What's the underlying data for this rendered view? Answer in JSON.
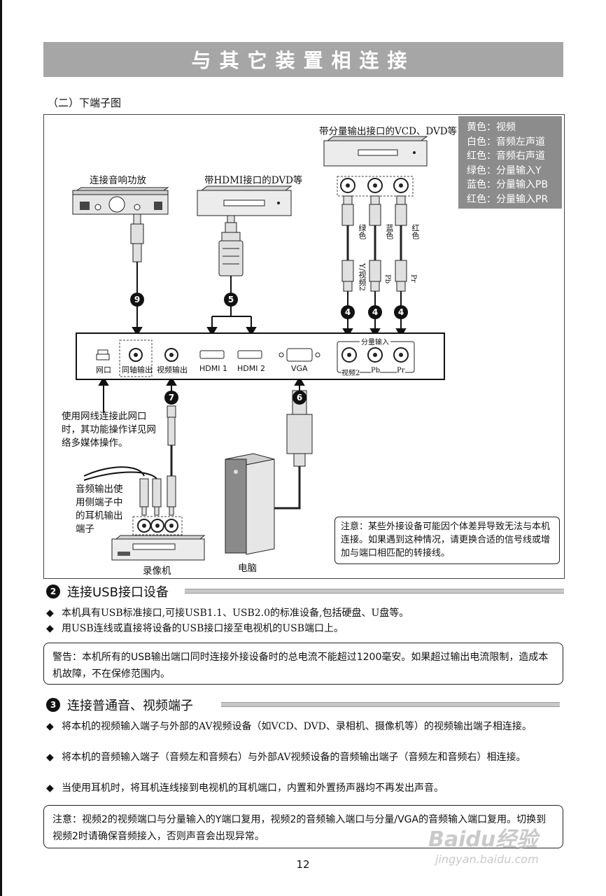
{
  "header": {
    "title": "与其它装置相连接",
    "subtitle": "（二）下端子图"
  },
  "legend": {
    "items": [
      "黄色：视频",
      "白色：音频左声道",
      "红色：音频右声道",
      "绿色：分量输入Y",
      "蓝色：分量输入PB",
      "红色：分量输入PR"
    ]
  },
  "devices": {
    "amp": "连接音响功放",
    "hdmi_dvd": "带HDMI接口的DVD等",
    "component_dvd": "带分量输出接口的VCD、DVD等",
    "vcr": "录像机",
    "pc": "电脑"
  },
  "cable_labels": {
    "green": "绿色",
    "blue": "蓝色",
    "red": "红色",
    "y_video2": "Y/视频2",
    "pb": "Pb",
    "pr": "Pr"
  },
  "cable_numbers": {
    "n9": "9",
    "n5": "5",
    "n4a": "4",
    "n4b": "4",
    "n4c": "4",
    "n7": "7",
    "n6": "6"
  },
  "ports": {
    "lan": "网口",
    "coax": "同轴输出",
    "video_out": "视频输出",
    "hdmi1": "HDMI 1",
    "hdmi2": "HDMI 2",
    "vga": "VGA",
    "component_in": "分量输入",
    "video2": "视频2",
    "pb": "Pb",
    "pr": "Pr"
  },
  "notes": {
    "network": "使用网线连接此网口时，其功能操作详见网络多媒体操作。",
    "audio_out": "音频输出使用侧端子中的耳机输出端子",
    "notice": "注意：某些外接设备可能因个体差异导致无法与本机连接。如果遇到这种情况，请更换合适的信号线或增加与端口相匹配的转接线。"
  },
  "section2": {
    "num": "2",
    "title": "连接USB接口设备",
    "bullets": [
      "本机具有USB标准接口,可接USB1.1、USB2.0的标准设备,包括硬盘、U盘等。",
      "用USB连线或直接将设备的USB接口接至电视机的USB端口上。"
    ],
    "warning": "警告：本机所有的USB输出端口同时连接外接设备时的总电流不能超过1200毫安。如果超过输出电流限制，造成本机故障，不在保修范围内。"
  },
  "section3": {
    "num": "3",
    "title": "连接普通音、视频端子",
    "bullets": [
      "将本机的视频输入端子与外部的AV视频设备（如VCD、DVD、录相机、摄像机等）的视频输出端子相连接。",
      "将本机的音频输入端子（音频左和音频右）与外部AV视频设备的音频输出端子（音频左和音频右）相连接。",
      "当使用耳机时，将耳机连线接到电视机的耳机端口，内置和外置扬声器均不再发出声音。"
    ],
    "note": "注意：视频2的视频端口与分量输入的Y端口复用，视频2的音频输入端口与分量/VGA的音频输入端口复用。切换到视频2时请确保音频接入，否则声音会出现异常。"
  },
  "footer": {
    "page": "12"
  },
  "watermark": {
    "brand": "Baidu经验",
    "url": "jingyan.baidu.com"
  }
}
